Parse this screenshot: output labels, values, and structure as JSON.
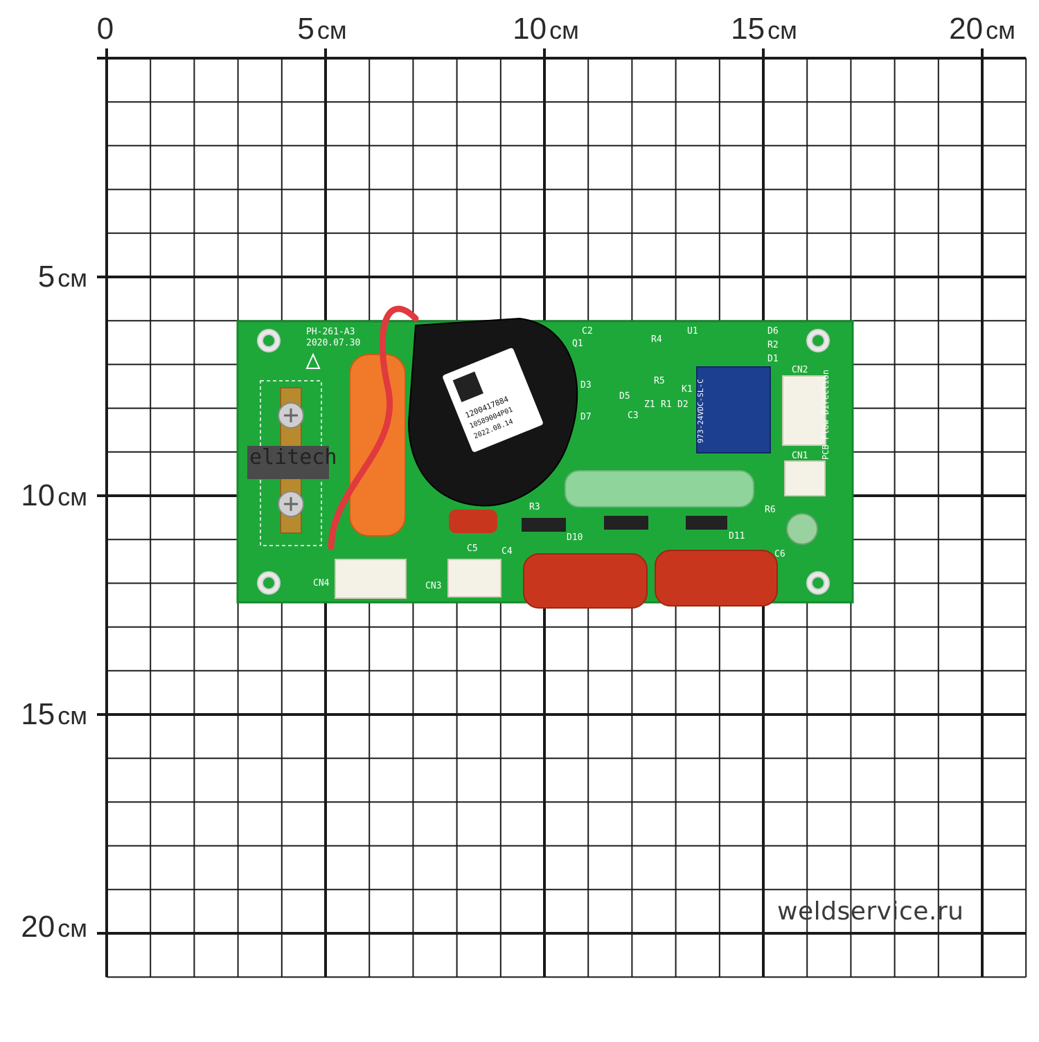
{
  "scale": {
    "top_labels": [
      {
        "num": "0",
        "unit": ""
      },
      {
        "num": "5",
        "unit": "см"
      },
      {
        "num": "10",
        "unit": "см"
      },
      {
        "num": "15",
        "unit": "см"
      },
      {
        "num": "20",
        "unit": "см"
      }
    ],
    "left_labels": [
      {
        "num": "5",
        "unit": "см"
      },
      {
        "num": "10",
        "unit": "см"
      },
      {
        "num": "15",
        "unit": "см"
      },
      {
        "num": "20",
        "unit": "см"
      }
    ]
  },
  "board": {
    "model": "PH-261-A3",
    "date": "2020.07.30",
    "brand": "elitech",
    "label_code": "1200417884",
    "label_part": "10589004P01",
    "label_date": "2022.08.14",
    "relay_text": "973-24VDC-SL-C",
    "designators": [
      "C2",
      "R4",
      "U1",
      "D6",
      "R2",
      "D1",
      "Q1",
      "D3",
      "R5",
      "K1",
      "CN2",
      "D5",
      "Z1",
      "R1",
      "D2",
      "C3",
      "D7",
      "CN1",
      "R3",
      "R6",
      "D10",
      "D11",
      "C5",
      "C4",
      "C6",
      "CN4",
      "CN3"
    ],
    "flow_text": "PCB Flow Direction"
  },
  "watermark": "weldservice.ru",
  "colors": {
    "grid": "#1a1a1a",
    "pcb": "#1fa83a",
    "capacitor_red": "#c8371d",
    "capacitor_orange": "#f07a2a",
    "transformer": "#151515"
  }
}
